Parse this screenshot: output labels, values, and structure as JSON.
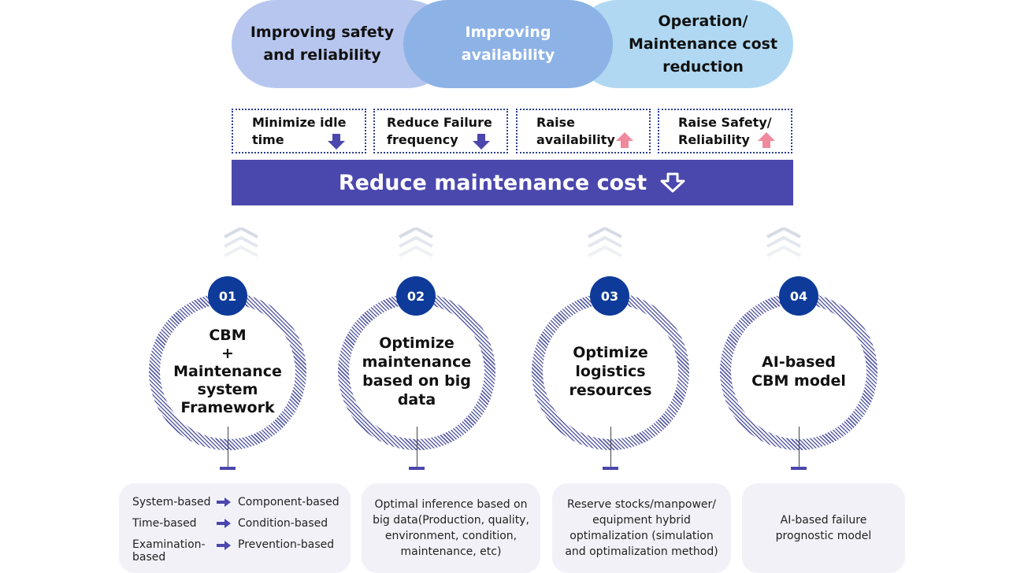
{
  "goals": [
    {
      "label": "Improving safety\nand reliability"
    },
    {
      "label": "Improving\navailability"
    },
    {
      "label": "Operation/\nMaintenance cost\nreduction"
    }
  ],
  "sub_goals": [
    {
      "label": "Minimize idle\ntime",
      "direction": "down"
    },
    {
      "label": "Reduce Failure\nfrequency",
      "direction": "down"
    },
    {
      "label": "Raise\navailability",
      "direction": "up"
    },
    {
      "label": "Raise Safety/\nReliability",
      "direction": "up"
    }
  ],
  "banner": {
    "label": "Reduce maintenance cost",
    "icon": "arrow-down-outline-icon"
  },
  "items": [
    {
      "number": "01",
      "title": "CBM\n+\nMaintenance\nsystem\nFramework"
    },
    {
      "number": "02",
      "title": "Optimize\nmaintenance\nbased on big\ndata"
    },
    {
      "number": "03",
      "title": "Optimize\nlogistics\nresources"
    },
    {
      "number": "04",
      "title": "AI-based\nCBM model"
    }
  ],
  "details": {
    "mapping": [
      {
        "from": "System-based",
        "to": "Component-based"
      },
      {
        "from": "Time-based",
        "to": "Condition-based"
      },
      {
        "from": "Examination-\nbased",
        "to": "Prevention-based"
      }
    ],
    "box2": "Optimal inference based on\nbig data(Production, quality,\nenvironment, condition,\nmaintenance, etc)",
    "box3": "Reserve stocks/manpower/\nequipment hybrid\noptimalization (simulation\nand optimalization method)",
    "box4": "AI-based failure\nprognostic model"
  },
  "colors": {
    "navy": "#0e3a9a",
    "banner": "#4a47ad",
    "pink_arrow": "#f0899d",
    "pill_left": "#b6c6ee",
    "pill_mid": "#8db2e6",
    "pill_right": "#b0d8f2"
  }
}
